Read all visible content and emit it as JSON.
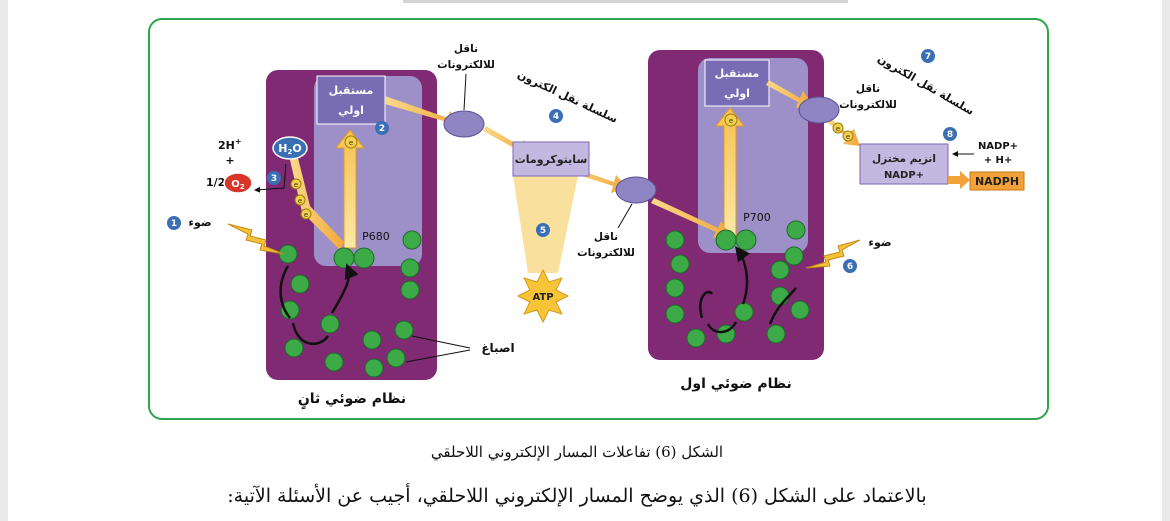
{
  "figure": {
    "label_light_1": "ضوء",
    "label_light_6": "ضوء",
    "num_1": "1",
    "num_2": "2",
    "num_3": "3",
    "num_4": "4",
    "num_5": "5",
    "num_6": "6",
    "num_7": "7",
    "num_8": "8",
    "h2o_h": "H",
    "h2o_2": "2",
    "h2o_o": "O",
    "two_h": "2H",
    "plus_sign": "+",
    "half": "1/2",
    "o2_o": "O",
    "o2_2": "2",
    "acceptor_l1": "مستقبل",
    "acceptor_l2": "اولي",
    "acceptor_r1": "مستقبل",
    "acceptor_r2": "اولي",
    "electron": "e",
    "p680": "P680",
    "p700": "P700",
    "carrier_top_l1": "ناقل",
    "carrier_top_l2": "للالكترونات",
    "carrier_mid_l1": "ناقل",
    "carrier_mid_l2": "للالكترونات",
    "carrier_right_l1": "ناقل",
    "carrier_right_l2": "للالكترونات",
    "chain_label_1": "سلسلة نقل الكترون",
    "chain_label_2": "سلسلة نقل الكترون",
    "cytochrome": "سايتوكرومات",
    "atp": "ATP",
    "pigments": "اصباغ",
    "ps2": "نظام ضوئي ثانٍ",
    "ps1": "نظام ضوئي اول",
    "enzyme_l1": "انزيم مختزل",
    "enzyme_l2": "NADP+",
    "nadp_in_1": "NADP+",
    "nadp_in_2": "+ H+",
    "nadph": "NADPH",
    "colors": {
      "pigment": "#3daa48",
      "membrane": "#7f2a73",
      "arrow": "#f5b73e",
      "badge": "#3a6fb4",
      "o2": "#d9362b",
      "nadph": "#f3a23a"
    }
  },
  "caption": "الشكل (6) تفاعلات المسار الإلكتروني اللاحلقي",
  "question": "بالاعتماد على الشكل (6) الذي يوضح المسار الإلكتروني اللاحلقي، أجيب عن الأسئلة الآتية:"
}
